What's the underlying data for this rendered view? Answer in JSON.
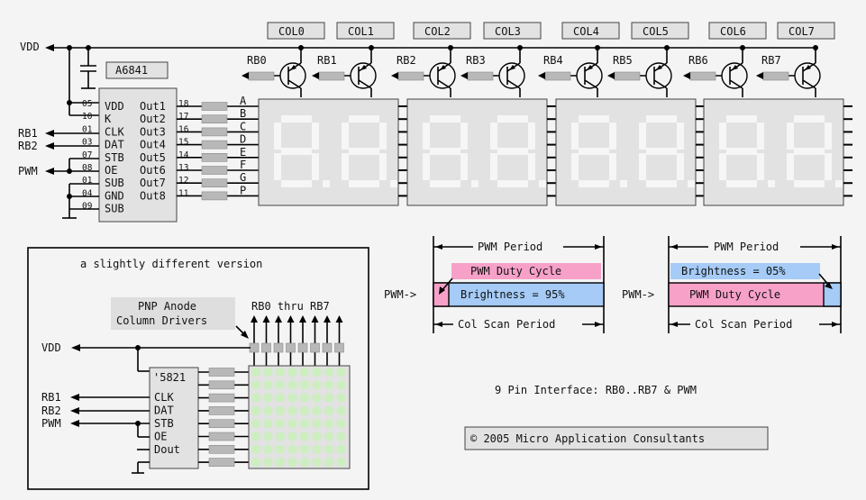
{
  "labels": {
    "vdd": "VDD",
    "rb1": "RB1",
    "rb2": "RB2",
    "pwm": "PWM",
    "chip_name": "A6841",
    "col": [
      "COL0",
      "COL1",
      "COL2",
      "COL3",
      "COL4",
      "COL5",
      "COL6",
      "COL7"
    ],
    "rb": [
      "RB0",
      "RB1",
      "RB2",
      "RB3",
      "RB4",
      "RB5",
      "RB6",
      "RB7"
    ],
    "chip_left": [
      "VDD",
      "K",
      "CLK",
      "DAT",
      "STB",
      "OE",
      "SUB",
      "GND",
      "SUB"
    ],
    "chip_pins": [
      "05",
      "10",
      "01",
      "03",
      "07",
      "08",
      "01",
      "04",
      "09"
    ],
    "chip_out": [
      "Out1",
      "Out2",
      "Out3",
      "Out4",
      "Out5",
      "Out6",
      "Out7",
      "Out8"
    ],
    "out_pins": [
      "18",
      "17",
      "16",
      "15",
      "14",
      "13",
      "12",
      "11"
    ],
    "seg_letters": [
      "A",
      "B",
      "C",
      "D",
      "E",
      "F",
      "G",
      "P"
    ]
  },
  "inset": {
    "title": "a slightly different version",
    "pnp_line1": "PNP Anode",
    "pnp_line2": "Column Drivers",
    "rb_range": "RB0 thru RB7",
    "vdd": "VDD",
    "chip_name": "'5821",
    "chip_pins": [
      "CLK",
      "DAT",
      "STB",
      "OE",
      "Dout"
    ],
    "rb1": "RB1",
    "rb2": "RB2",
    "pwm": "PWM"
  },
  "timing1": {
    "period": "PWM Period",
    "duty": "PWM Duty Cycle",
    "brightness": "Brightness = 95%",
    "pwm_label": "PWM->",
    "scan": "Col Scan Period",
    "duty_fraction": 0.95
  },
  "timing2": {
    "period": "PWM Period",
    "brightness": "Brightness = 05%",
    "duty": "PWM Duty Cycle",
    "pwm_label": "PWM->",
    "scan": "Col Scan Period",
    "brightness_fraction": 0.05
  },
  "interface_text": "9 Pin Interface: RB0..RB7 & PWM",
  "copyright": "© 2005 Micro Application Consultants",
  "colors": {
    "pink": "#f7a1c9",
    "blue": "#a5cbf6",
    "led_green": "#cdeec0",
    "background": "#f4f4f4"
  }
}
